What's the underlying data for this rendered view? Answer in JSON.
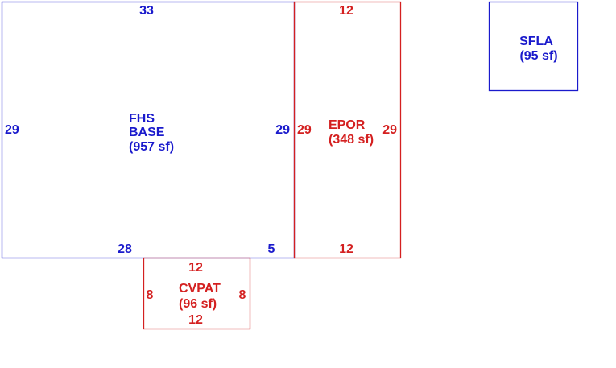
{
  "colors": {
    "blue": "#1a1acc",
    "red": "#d42020"
  },
  "areas": {
    "fhs_base": {
      "name_line1": "FHS",
      "name_line2": "BASE",
      "area": "(957 sf)",
      "dims": {
        "top": "33",
        "left": "29",
        "right": "29",
        "bottom_left": "28",
        "bottom_right": "5"
      }
    },
    "epor": {
      "name": "EPOR",
      "area": "(348 sf)",
      "dims": {
        "top": "12",
        "left": "29",
        "right": "29",
        "bottom": "12"
      }
    },
    "cvpat": {
      "name": "CVPAT",
      "area": "(96 sf)",
      "dims": {
        "top": "12",
        "left": "8",
        "right": "8",
        "bottom": "12"
      }
    },
    "sfla": {
      "name": "SFLA",
      "area": "(95 sf)"
    }
  }
}
